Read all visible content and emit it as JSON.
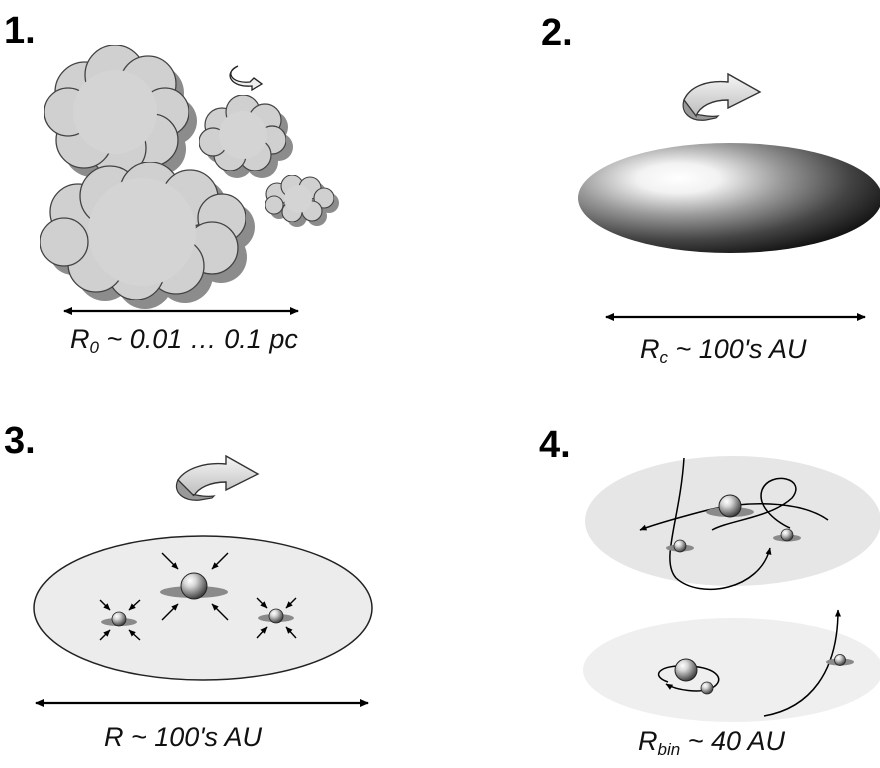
{
  "panels": [
    {
      "number": "1.",
      "label_main": "R",
      "label_sub": "0",
      "label_rest": " ~ 0.01 … 0.1 pc"
    },
    {
      "number": "2.",
      "label_main": "R",
      "label_sub": "c",
      "label_rest": " ~ 100's AU"
    },
    {
      "number": "3.",
      "label_main": "",
      "label_sub": "",
      "label_rest": "R ~ 100's AU"
    },
    {
      "number": "4.",
      "label_main": "R",
      "label_sub": "bin",
      "label_rest": " ~ 40 AU"
    }
  ]
}
